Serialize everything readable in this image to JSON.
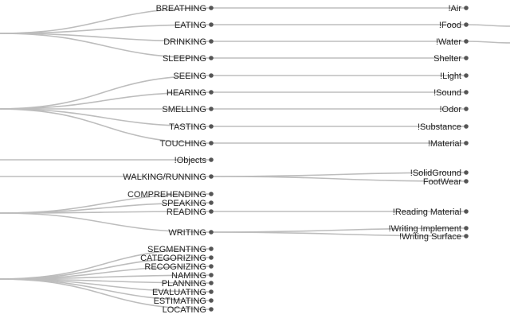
{
  "groups": [
    {
      "items": [
        {
          "label": "BREATHING",
          "children": [
            "!Air"
          ]
        },
        {
          "label": "EATING",
          "children": [
            "!Food"
          ]
        },
        {
          "label": "DRINKING",
          "children": [
            "!Water"
          ]
        },
        {
          "label": "SLEEPING",
          "children": [
            "Shelter"
          ]
        }
      ]
    },
    {
      "items": [
        {
          "label": "SEEING",
          "children": [
            "!Light"
          ]
        },
        {
          "label": "HEARING",
          "children": [
            "!Sound"
          ]
        },
        {
          "label": "SMELLING",
          "children": [
            "!Odor"
          ]
        },
        {
          "label": "TASTING",
          "children": [
            "!Substance"
          ]
        },
        {
          "label": "TOUCHING",
          "children": [
            "!Material"
          ]
        }
      ]
    },
    {
      "items": [
        {
          "label": "!Objects",
          "children": []
        }
      ]
    },
    {
      "items": [
        {
          "label": "WALKING/RUNNING",
          "children": [
            "!SolidGround",
            "FootWear"
          ]
        }
      ]
    },
    {
      "items": [
        {
          "label": "COMPREHENDING",
          "children": []
        },
        {
          "label": "SPEAKING",
          "children": []
        },
        {
          "label": "READING",
          "children": [
            "!Reading Material"
          ]
        },
        {
          "label": "WRITING",
          "children": [
            "!Writing Implement",
            "!Writing Surface"
          ]
        }
      ]
    },
    {
      "items": [
        {
          "label": "SEGMENTING",
          "children": []
        },
        {
          "label": "CATEGORIZING",
          "children": []
        },
        {
          "label": "RECOGNIZING",
          "children": []
        },
        {
          "label": "NAMING",
          "children": []
        },
        {
          "label": "PLANNING",
          "children": []
        },
        {
          "label": "EVALUATING",
          "children": []
        },
        {
          "label": "ESTIMATING",
          "children": []
        },
        {
          "label": "LOCATING",
          "children": []
        }
      ]
    }
  ],
  "colors": {
    "link": "#bdbdbd",
    "node": "#555555",
    "text": "#222222"
  }
}
